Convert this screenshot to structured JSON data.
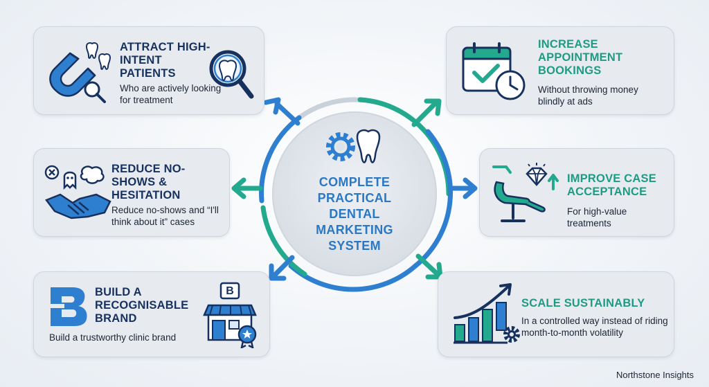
{
  "center": {
    "title": "COMPLETE PRACTICAL DENTAL MARKETING SYSTEM"
  },
  "cards": {
    "attract": {
      "title": "ATTRACT HIGH-INTENT PATIENTS",
      "desc": "Who are actively looking for treatment"
    },
    "reduce": {
      "title": "REDUCE NO-SHOWS & HESITATION",
      "desc": "Reduce no-shows and “I'll think about it” cases"
    },
    "brand": {
      "title": "BUILD A RECOGNISABLE BRAND",
      "desc": "Build a trustworthy clinic brand"
    },
    "bookings": {
      "title": "INCREASE APPOINTMENT BOOKINGS",
      "desc": "Without throwing money blindly at ads"
    },
    "acceptance": {
      "title": "IMPROVE CASE ACCEPTANCE",
      "desc": "For high-value treatments"
    },
    "scale": {
      "title": "SCALE SUSTAINABLY",
      "desc": "In a controlled way instead of riding month-to-month volatility"
    }
  },
  "brand_logo_letter": "B",
  "footer": {
    "brand": "Northstone Insights"
  },
  "colors": {
    "navy": "#17315f",
    "blue": "#2a78c4",
    "teal": "#1f9b84",
    "card": "#e7ebef"
  }
}
